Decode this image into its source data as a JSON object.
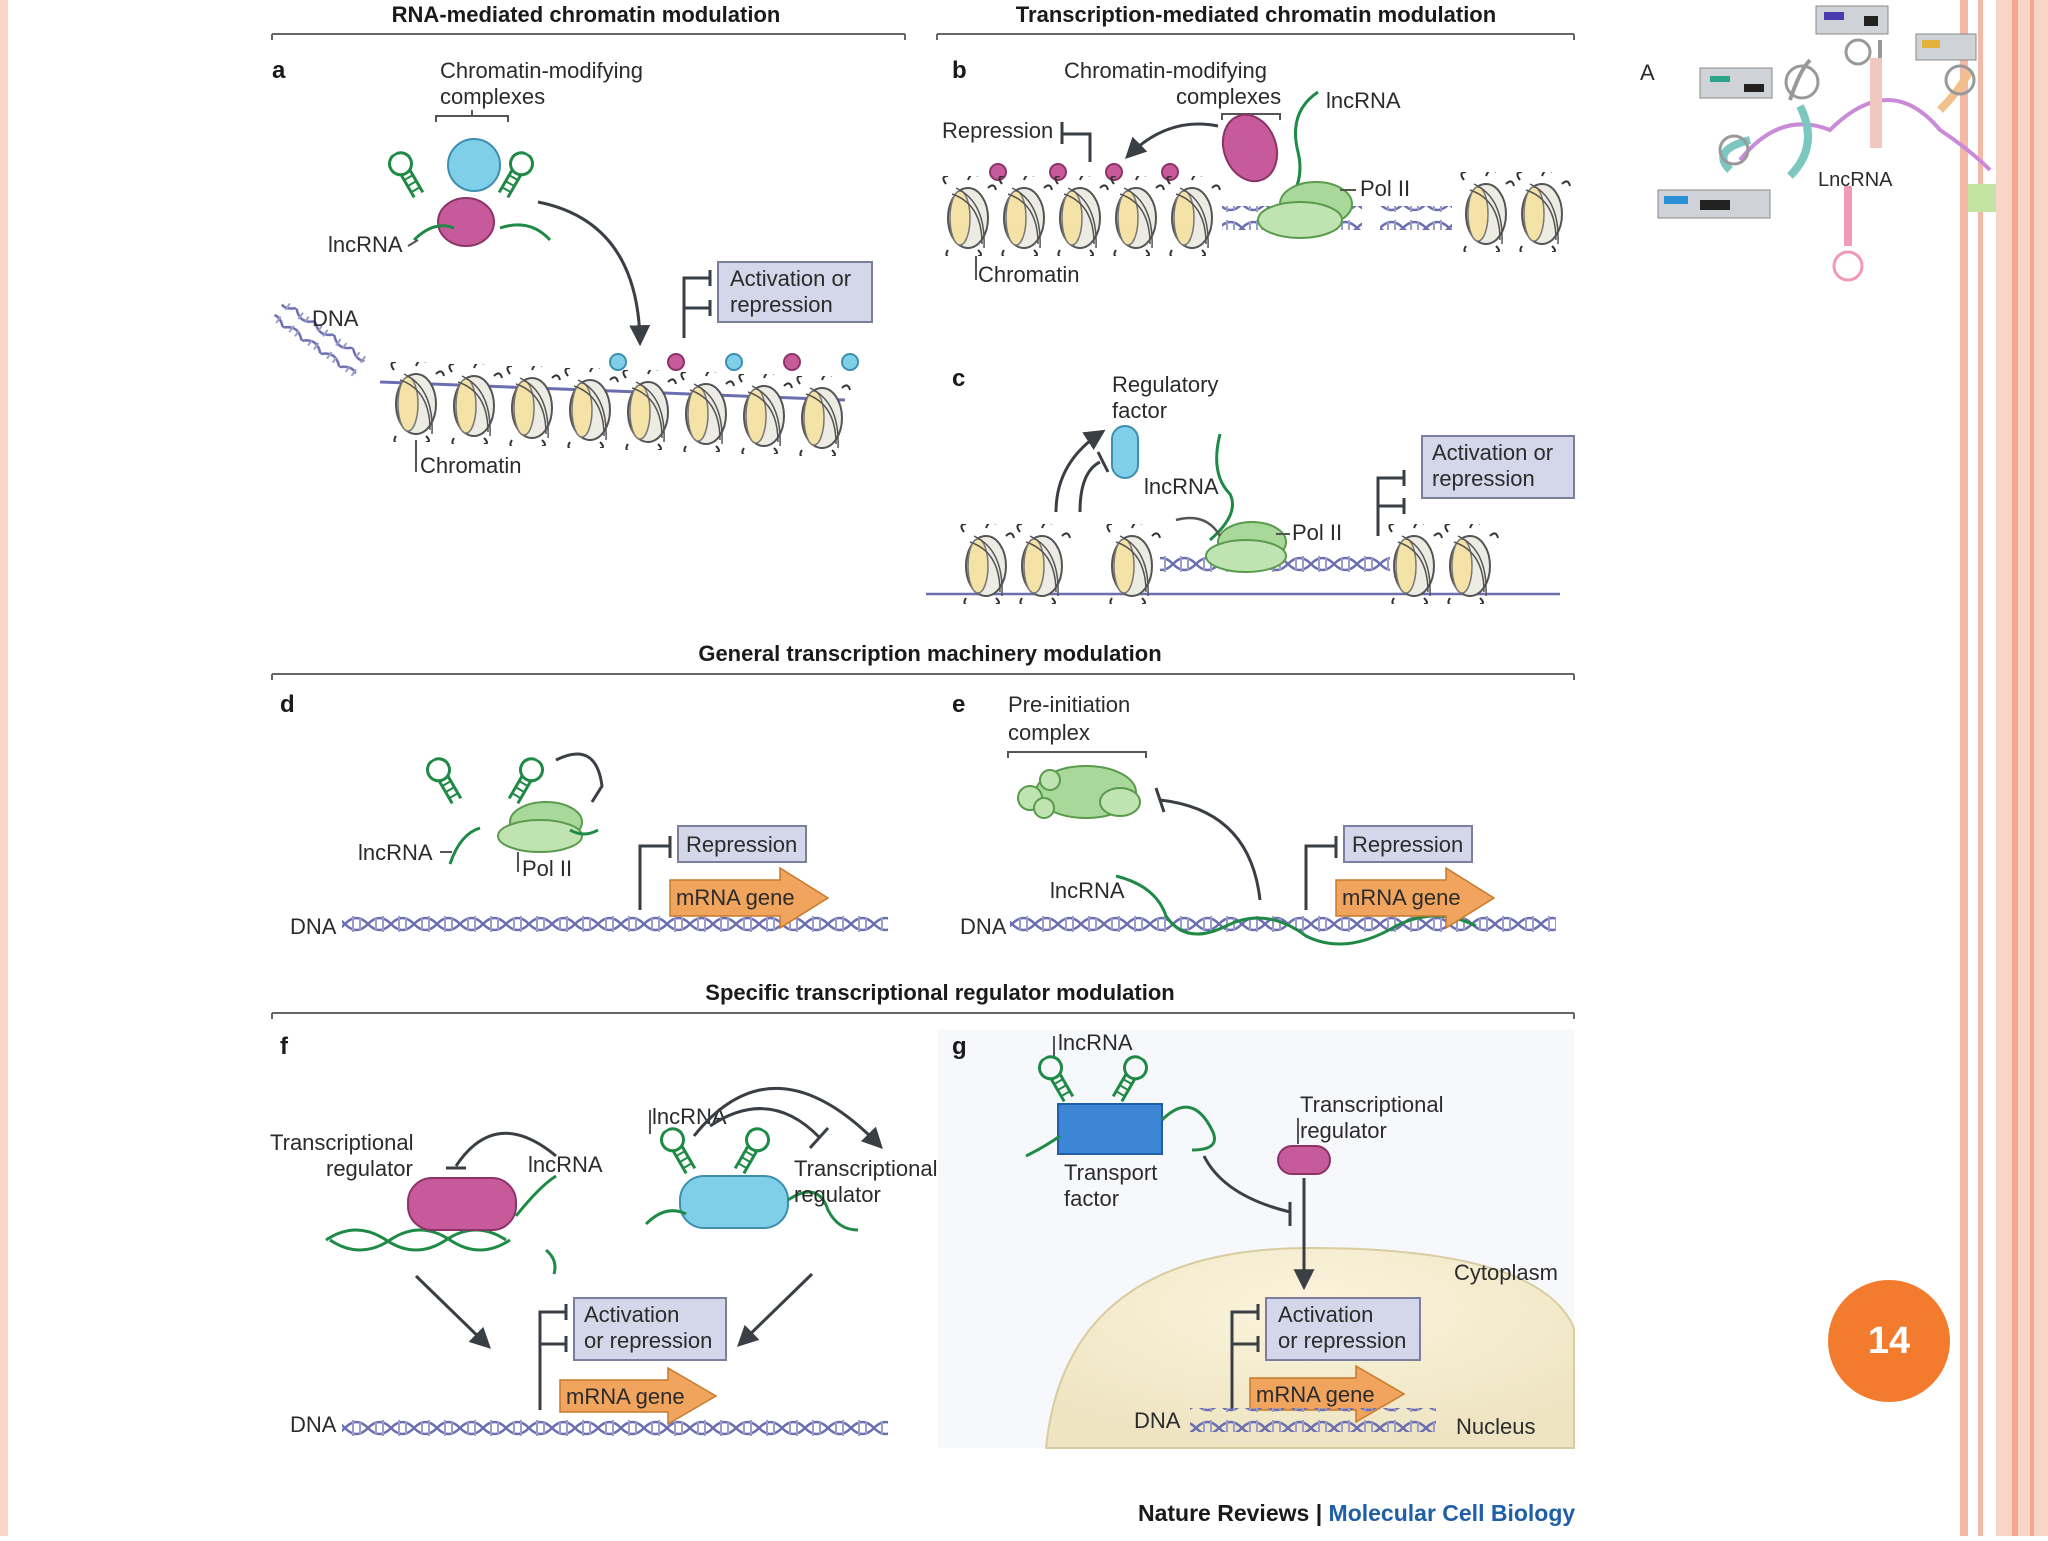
{
  "sections": {
    "rna_mediated": "RNA-mediated chromatin modulation",
    "transcription_mediated": "Transcription-mediated chromatin modulation",
    "general": "General transcription machinery modulation",
    "specific": "Specific transcriptional regulator modulation"
  },
  "panels": {
    "a": "a",
    "b": "b",
    "c": "c",
    "d": "d",
    "e": "e",
    "f": "f",
    "g": "g"
  },
  "labels": {
    "chromatin_modifying_1": "Chromatin-modifying",
    "chromatin_modifying_2": "complexes",
    "lncrna": "lncRNA",
    "dna": "DNA",
    "chromatin": "Chromatin",
    "activation_1": "Activation or",
    "activation_2": "repression",
    "or_repression": "or repression",
    "activation_short": "Activation",
    "repression": "Repression",
    "pol2": "Pol II",
    "regulatory_1": "Regulatory",
    "regulatory_2": "factor",
    "preinit_1": "Pre-initiation",
    "preinit_2": "complex",
    "mrna_gene": "mRNA gene",
    "tr_1": "Transcriptional",
    "tr_2": "regulator",
    "transport_1": "Transport",
    "transport_2": "factor",
    "cytoplasm": "Cytoplasm",
    "nucleus": "Nucleus"
  },
  "inset": {
    "letter": "A",
    "title": "LncRNA"
  },
  "footer": {
    "journal_a": "Nature Reviews",
    "sep": " | ",
    "journal_b": "Molecular Cell Biology"
  },
  "slide": {
    "number": "14"
  },
  "colors": {
    "accent": "#f37b2e",
    "border": "#f4b9a6",
    "rna": "#1e8a45",
    "box": "#d4d6ea",
    "gene": "#f0a45d"
  }
}
